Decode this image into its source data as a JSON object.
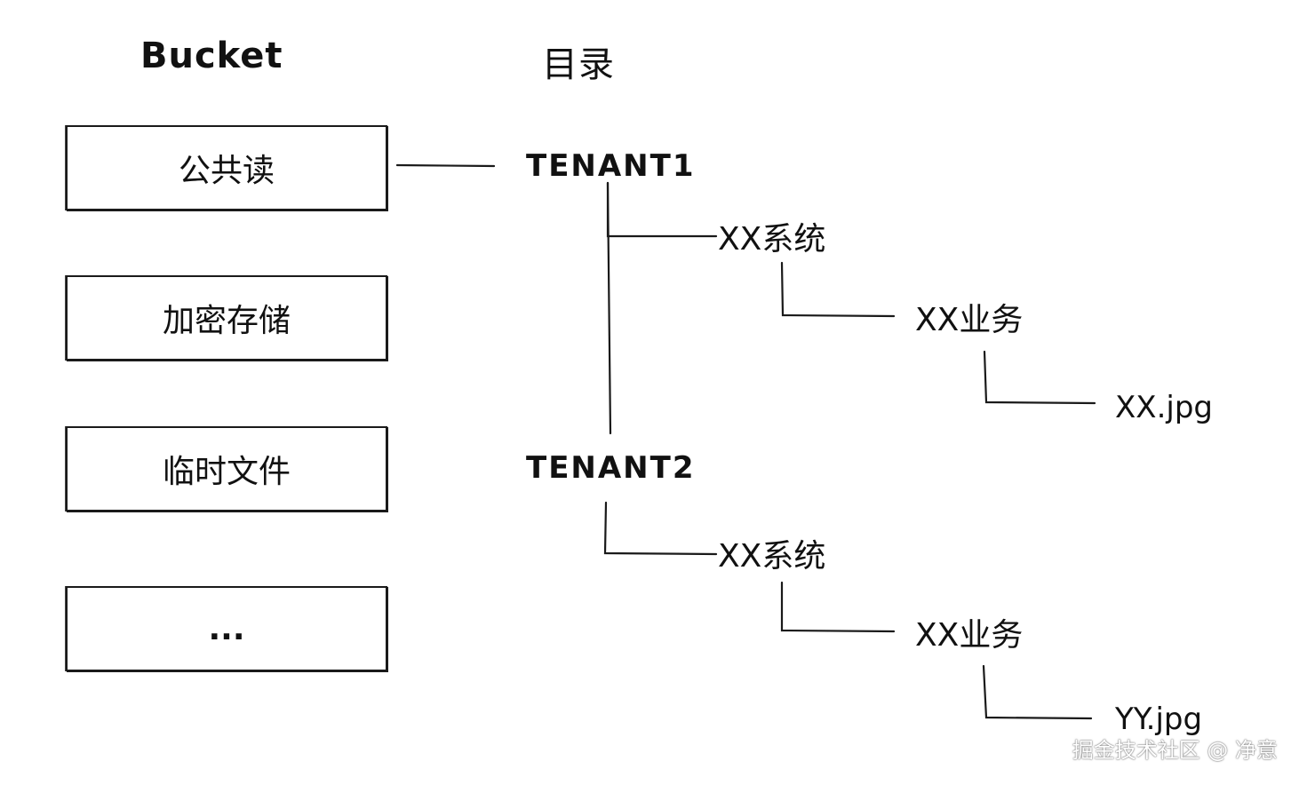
{
  "headings": {
    "bucket": "Bucket",
    "directory": "目录"
  },
  "buckets": [
    {
      "label": "公共读"
    },
    {
      "label": "加密存储"
    },
    {
      "label": "临时文件"
    },
    {
      "label": "..."
    }
  ],
  "tree": {
    "tenant1": {
      "label": "TENANT1",
      "system": "XX系统",
      "business": "XX业务",
      "file": "XX.jpg"
    },
    "tenant2": {
      "label": "TENANT2",
      "system": "XX系统",
      "business": "XX业务",
      "file": "YY.jpg"
    }
  },
  "watermark": "掘金技术社区 @ 净意"
}
